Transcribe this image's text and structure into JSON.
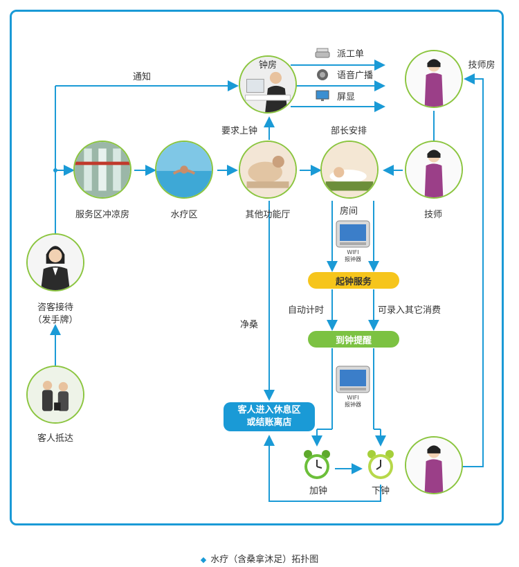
{
  "nodes": {
    "arrival": "客人抵达",
    "reception_line1": "咨客接待",
    "reception_line2": "（发手牌）",
    "shower": "服务区冲凉房",
    "hydro": "水疗区",
    "other_hall": "其他功能厅",
    "bell_room": "钟房",
    "room": "房间",
    "technician": "技师",
    "tech_room": "技师房"
  },
  "edges": {
    "notify": "通知",
    "request_bell": "要求上钟",
    "manager_arrange": "部长安排",
    "auto_timer": "自动计时",
    "other_consumption": "可录入其它消费",
    "sauna": "净桑"
  },
  "outputs": [
    "派工单",
    "语音广播",
    "屏显"
  ],
  "process": {
    "start_service": "起钟服务",
    "time_reminder": "到钟提醒",
    "add_time": "加钟",
    "end_time": "下钟"
  },
  "destination": {
    "line1": "客人进入休息区",
    "line2": "或结账离店"
  },
  "devices": {
    "line1": "WIFI",
    "line2": "报钟器"
  },
  "caption": "水疗（含桑拿沐足）拓扑图",
  "colors": {
    "frame": "#1a9ad6",
    "arrow": "#1a9ad6",
    "node_border": "#8bc53f",
    "start_pill": "#f6c51c",
    "reminder_pill": "#7cc242",
    "destination": "#1a9ad6"
  }
}
